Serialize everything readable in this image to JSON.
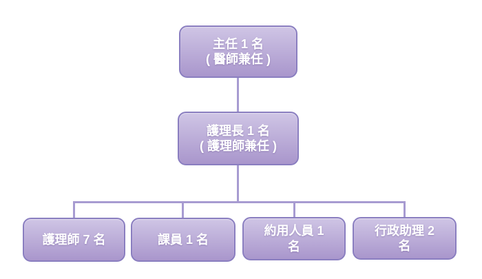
{
  "chart": {
    "type": "org-chart",
    "colors": {
      "background": "#ffffff",
      "node_fill_top": "#cfc5e5",
      "node_fill_bottom": "#a996cc",
      "node_border": "#8a7ec0",
      "connector": "#a79bd1",
      "text": "#ffffff"
    },
    "nodes": {
      "director": {
        "label": "主任 1 名\n( 醫師兼任 )",
        "level": 1
      },
      "head_nurse": {
        "label": "護理長 1 名\n( 護理師兼任 )",
        "level": 2
      },
      "nurses": {
        "label": "護理師 7 名",
        "level": 3
      },
      "clerk": {
        "label": "課員 1 名",
        "level": 3
      },
      "contract_staff": {
        "label": "約用人員 1\n名",
        "level": 3
      },
      "admin_assistant": {
        "label": "行政助理 2\n名",
        "level": 3
      }
    }
  }
}
